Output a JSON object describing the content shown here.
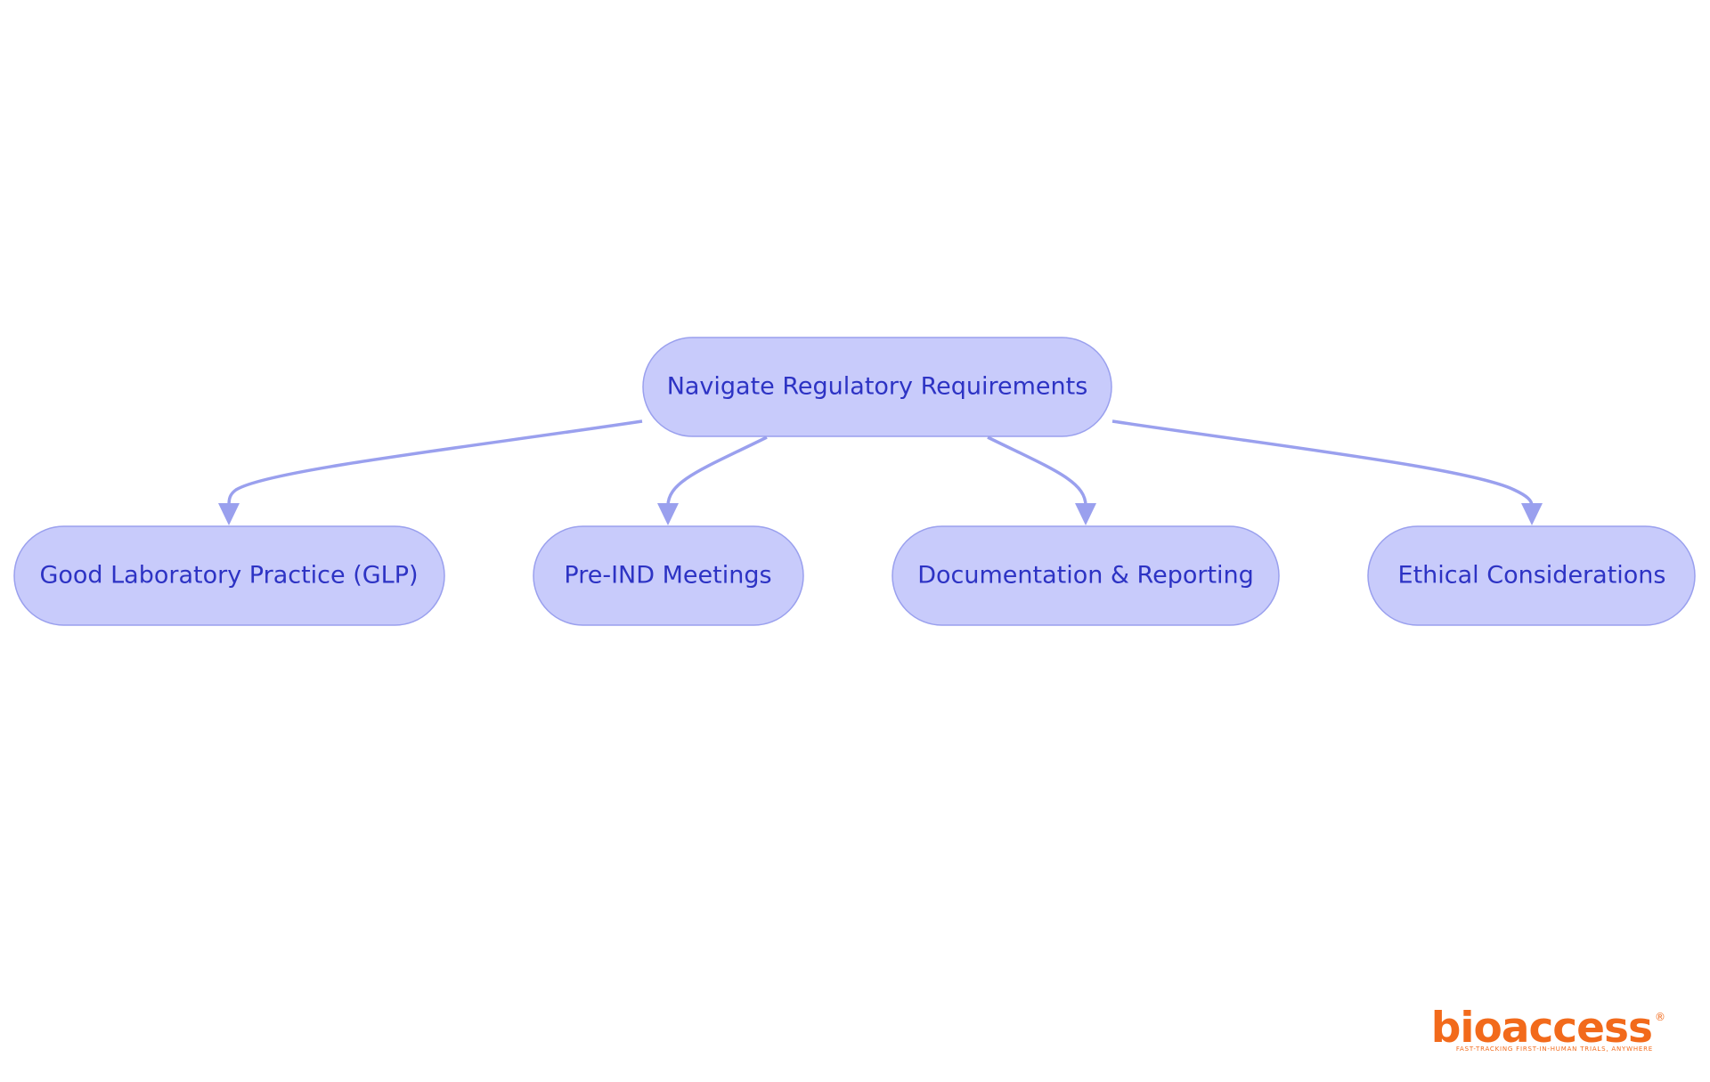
{
  "diagram": {
    "root": {
      "label": "Navigate Regulatory Requirements"
    },
    "children": [
      {
        "label": "Good Laboratory Practice (GLP)"
      },
      {
        "label": "Pre-IND Meetings"
      },
      {
        "label": "Documentation & Reporting"
      },
      {
        "label": "Ethical Considerations"
      }
    ]
  },
  "branding": {
    "logo_text": "bioaccess",
    "registered_mark": "®",
    "tagline": "FAST-TRACKING FIRST-IN-HUMAN TRIALS, ANYWHERE"
  },
  "colors": {
    "node_fill": "#c8cbfb",
    "node_stroke": "#9aa0ee",
    "edge": "#9aa0ee",
    "label_text": "#2d33c4",
    "logo": "#f26a1b",
    "background": "#ffffff"
  }
}
